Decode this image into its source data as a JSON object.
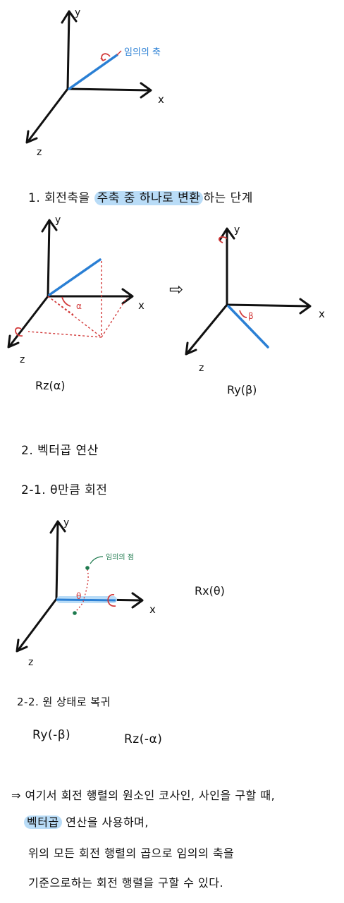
{
  "figure1": {
    "axis_y": "y",
    "axis_x": "x",
    "axis_z": "z",
    "arbitrary_axis_label": "임의의 축"
  },
  "step1": {
    "number": "1.",
    "text_before": "회전축을",
    "text_highlight": "주축 중 하나로 변환",
    "text_after": "하는 단계"
  },
  "figure2": {
    "axis_y": "y",
    "axis_x": "x",
    "axis_z": "z",
    "alpha_label": "α",
    "caption": "Rz(α)"
  },
  "figure3": {
    "axis_y": "y",
    "axis_x": "x",
    "axis_z": "z",
    "beta_label": "β",
    "caption": "Ry(β)",
    "arrow_symbol": "⇨"
  },
  "step2": {
    "heading": "2. 벡터곱 연산",
    "sub1": "2-1. θ만큼 회전"
  },
  "figure4": {
    "axis_y": "y",
    "axis_x": "x",
    "axis_z": "z",
    "theta_label": "θ",
    "point_label": "임의의 점",
    "caption": "Rx(θ)"
  },
  "step22": {
    "heading": "2-2. 원 상태로 복귀",
    "caption_a": "Ry(-β)",
    "caption_b": "Rz(-α)"
  },
  "conclusion": {
    "line1": "⇒ 여기서 회전 행렬의 원소인 코사인, 사인을 구할 때,",
    "line2_highlight": "벡터곱",
    "line2_rest": "연산을 사용하며,",
    "line3": "위의 모든 회전 행렬의 곱으로 임의의 축을",
    "line4": "기준으로하는 회전 행렬을 구할 수 있다."
  },
  "colors": {
    "axis": "#111111",
    "arbitrary_axis": "#2a7fd4",
    "rotation": "#d23a3a",
    "point": "#1e7a4e",
    "highlight": "#b9dcf7"
  }
}
